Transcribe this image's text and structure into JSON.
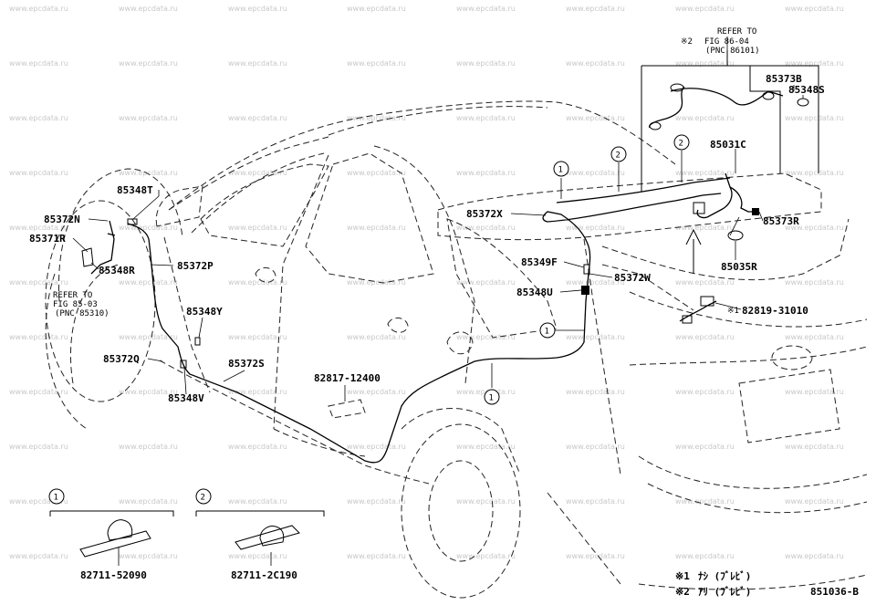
{
  "diagram": {
    "watermark": "www.epcdata.ru",
    "figure_code": "851036-B",
    "refer_top": {
      "mark": "※2",
      "line1": "REFER TO",
      "line2": "FIG 86-04",
      "line3": "(PNC 86101)"
    },
    "refer_left": {
      "line1": "REFER TO",
      "line2": "FIG 85-03",
      "line3": "(PNC 85310)"
    },
    "callouts": {
      "c1": "1",
      "c2": "2"
    },
    "parts": {
      "p85373B": "85373B",
      "p85348S": "85348S",
      "p85031C": "85031C",
      "p85373R": "85373R",
      "p85035R": "85035R",
      "p82819": "82819-31010",
      "p82819_mark": "※1",
      "p85372X": "85372X",
      "p85349F": "85349F",
      "p85372W": "85372W",
      "p85348U": "85348U",
      "p85348T": "85348T",
      "p85372N": "85372N",
      "p85371R": "85371R",
      "p85348R": "85348R",
      "p85372P": "85372P",
      "p85348Y": "85348Y",
      "p85372Q": "85372Q",
      "p85372S": "85372S",
      "p85348V": "85348V",
      "p82817": "82817-12400",
      "p82711_52090": "82711-52090",
      "p82711_2C190": "82711-2C190"
    },
    "legend": {
      "n1_mark": "※1",
      "n1_text": "ﾅｼ (ﾌﾞﾚﾋﾞ)",
      "n2_mark": "※2",
      "n2_text": "ｱﾘ (ﾌﾞﾚﾋﾞ)"
    }
  }
}
